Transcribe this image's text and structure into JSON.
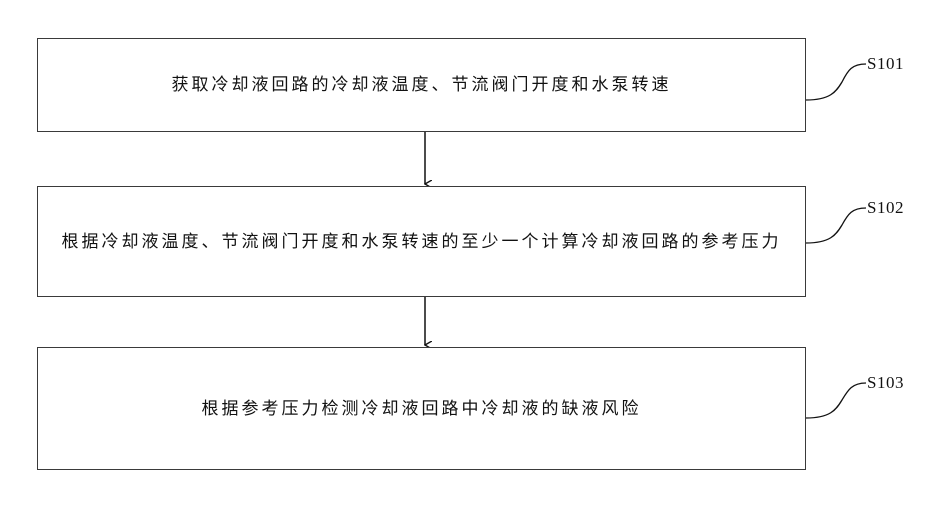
{
  "steps": [
    {
      "id": "S101",
      "text": "获取冷却液回路的冷却液温度、节流阀门开度和水泵转速"
    },
    {
      "id": "S102",
      "text": "根据冷却液温度、节流阀门开度和水泵转速的至少一个计算冷却液回路的参考压力"
    },
    {
      "id": "S103",
      "text": "根据参考压力检测冷却液回路中冷却液的缺液风险"
    }
  ]
}
